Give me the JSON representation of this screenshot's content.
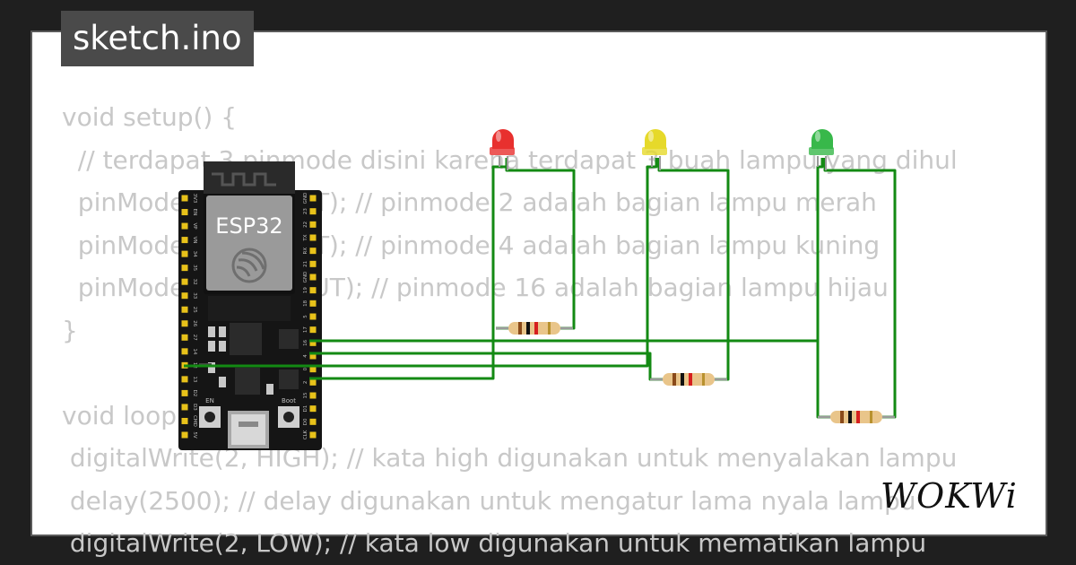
{
  "window": {
    "title": "sketch.ino"
  },
  "code_lines": [
    "void setup() {",
    "  // terdapat 3 pinmode disini karena terdapat 3 buah lampu yang dihul",
    "  pinMode(2, OUTPUT); // pinmode 2 adalah bagian lampu merah",
    "  pinMode(4, OUTPUT); // pinmode 4 adalah bagian lampu kuning",
    "  pinMode(16, OUTPUT); // pinmode 16 adalah bagian lampu hijau",
    "}",
    "",
    "void loop() {",
    " digitalWrite(2, HIGH); // kata high digunakan untuk menyalakan lampu",
    " delay(2500); // delay digunakan untuk mengatur lama nyala lampu",
    " digitalWrite(2, LOW); // kata low digunakan untuk mematikan lampu"
  ],
  "board": {
    "name": "ESP32",
    "left_pins": [
      "3V3",
      "EN",
      "VP",
      "VN",
      "34",
      "35",
      "32",
      "33",
      "25",
      "26",
      "27",
      "14",
      "12",
      "13",
      "D2",
      "D3",
      "CMD",
      "5V"
    ],
    "right_pins": [
      "GND",
      "23",
      "22",
      "TX",
      "RX",
      "21",
      "GND",
      "19",
      "18",
      "5",
      "17",
      "16",
      "4",
      "0",
      "2",
      "15",
      "D1",
      "D0",
      "CLK"
    ],
    "en_label": "EN",
    "boot_label": "Boot"
  },
  "leds": [
    {
      "name": "led-red",
      "color": "#e8302e"
    },
    {
      "name": "led-yellow",
      "color": "#e6d92a"
    },
    {
      "name": "led-green",
      "color": "#38b84a"
    }
  ],
  "wire_color": "#138a13",
  "brand": "WOKWi"
}
